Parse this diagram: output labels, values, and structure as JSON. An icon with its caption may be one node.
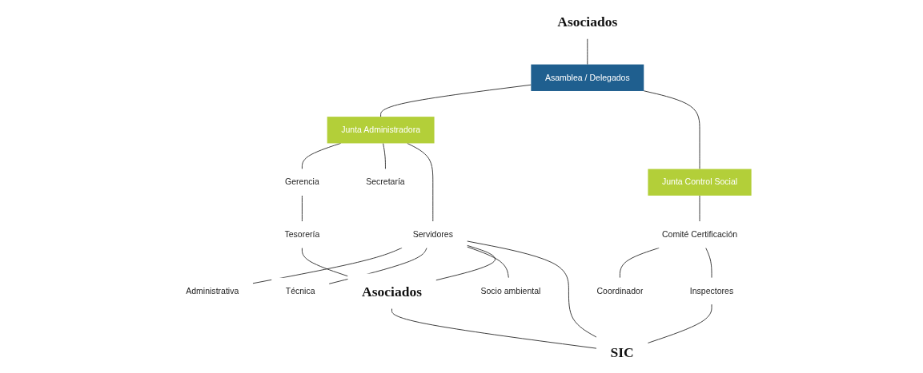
{
  "diagram": {
    "nodes": [
      {
        "text": [
          "Asociados"
        ]
      },
      {
        "text": [
          "Asamblea / Delegados"
        ]
      },
      {
        "text": [
          "Junta Administradora"
        ]
      },
      {
        "text": [
          "Junta Control Social"
        ]
      },
      {
        "text": [
          "Gerencia"
        ]
      },
      {
        "text": [
          "Secretaría"
        ]
      },
      {
        "text": [
          "Servidores"
        ]
      },
      {
        "text": [
          "Administrativa"
        ]
      },
      {
        "text": [
          "Técnica"
        ]
      },
      {
        "text": [
          "Socio ambiental"
        ]
      },
      {
        "text": [
          "Tesorería"
        ]
      },
      {
        "text": [
          "Comité Certificación"
        ]
      },
      {
        "text": [
          "Coordinador"
        ]
      },
      {
        "text": [
          "Inspectores"
        ]
      },
      {
        "text": [
          "Asociados"
        ]
      },
      {
        "text": [
          "SIC"
        ]
      }
    ],
    "edges": [
      {
        "from": 0,
        "to": 1,
        "arrow": "none"
      },
      {
        "from": 1,
        "to": 2,
        "arrow": "none"
      },
      {
        "from": 1,
        "to": 3,
        "arrow": "none"
      },
      {
        "from": 2,
        "to": 4,
        "arrow": "none"
      },
      {
        "from": 2,
        "to": 5,
        "arrow": "none"
      },
      {
        "from": 2,
        "to": 6,
        "arrow": "none"
      },
      {
        "from": 6,
        "to": 7,
        "arrow": "none"
      },
      {
        "from": 6,
        "to": 8,
        "arrow": "none"
      },
      {
        "from": 6,
        "to": 9,
        "arrow": "none"
      },
      {
        "from": 4,
        "to": 10,
        "arrow": "none"
      },
      {
        "from": 3,
        "to": 11,
        "arrow": "none"
      },
      {
        "from": 11,
        "to": 12,
        "arrow": "none"
      },
      {
        "from": 11,
        "to": 13,
        "arrow": "none"
      },
      {
        "from": 10,
        "to": 14,
        "arrow": "none"
      },
      {
        "from": 6,
        "to": 14,
        "arrow": "none"
      },
      {
        "from": 14,
        "to": 15,
        "arrow": "none"
      },
      {
        "from": 6,
        "to": 15,
        "arrow": "none"
      },
      {
        "from": 13,
        "to": 15,
        "arrow": "none"
      }
    ]
  }
}
